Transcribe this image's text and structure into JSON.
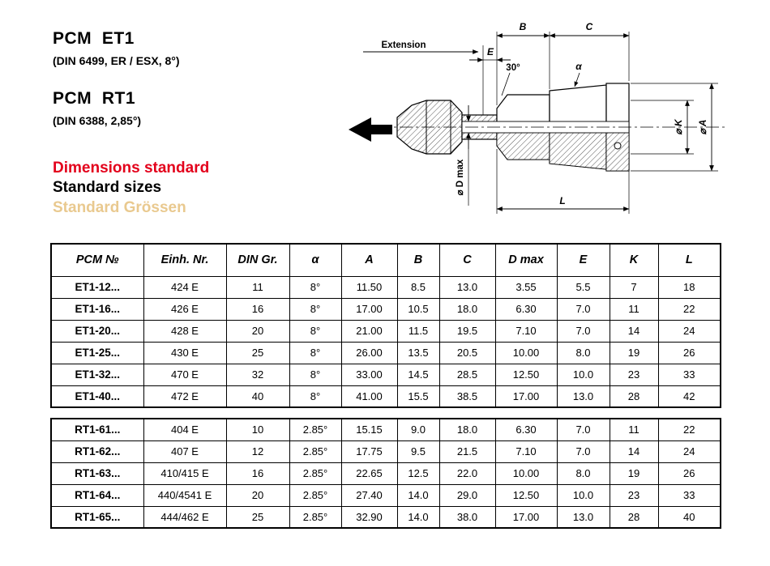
{
  "colors": {
    "red": "#e3001b",
    "tan": "#e9c98f"
  },
  "header": {
    "product1_title": "PCM  ET1",
    "product1_subtitle": "(DIN 6499, ER / ESX, 8°)",
    "product2_title": "PCM  RT1",
    "product2_subtitle": "(DIN 6388, 2,85°)",
    "caption_line1": "Dimensions standard",
    "caption_line2": "Standard sizes",
    "caption_line3": "Standard Grössen"
  },
  "drawing": {
    "extension": "Extension",
    "dim_b": "B",
    "dim_c": "C",
    "dim_e": "E",
    "dim_l": "L",
    "angle_30": "30°",
    "alpha": "α",
    "dia_k": "⌀ K",
    "dia_a": "⌀ A",
    "dia_d_max": "⌀ D max"
  },
  "table": {
    "headers": [
      "PCM №",
      "Einh. Nr.",
      "DIN Gr.",
      "α",
      "A",
      "B",
      "C",
      "D max",
      "E",
      "K",
      "L"
    ],
    "et1_rows": [
      [
        "ET1-12...",
        "424 E",
        "11",
        "8°",
        "11.50",
        "8.5",
        "13.0",
        "3.55",
        "5.5",
        "7",
        "18"
      ],
      [
        "ET1-16...",
        "426 E",
        "16",
        "8°",
        "17.00",
        "10.5",
        "18.0",
        "6.30",
        "7.0",
        "11",
        "22"
      ],
      [
        "ET1-20...",
        "428 E",
        "20",
        "8°",
        "21.00",
        "11.5",
        "19.5",
        "7.10",
        "7.0",
        "14",
        "24"
      ],
      [
        "ET1-25...",
        "430 E",
        "25",
        "8°",
        "26.00",
        "13.5",
        "20.5",
        "10.00",
        "8.0",
        "19",
        "26"
      ],
      [
        "ET1-32...",
        "470 E",
        "32",
        "8°",
        "33.00",
        "14.5",
        "28.5",
        "12.50",
        "10.0",
        "23",
        "33"
      ],
      [
        "ET1-40...",
        "472 E",
        "40",
        "8°",
        "41.00",
        "15.5",
        "38.5",
        "17.00",
        "13.0",
        "28",
        "42"
      ]
    ],
    "rt1_rows": [
      [
        "RT1-61...",
        "404 E",
        "10",
        "2.85°",
        "15.15",
        "9.0",
        "18.0",
        "6.30",
        "7.0",
        "11",
        "22"
      ],
      [
        "RT1-62...",
        "407 E",
        "12",
        "2.85°",
        "17.75",
        "9.5",
        "21.5",
        "7.10",
        "7.0",
        "14",
        "24"
      ],
      [
        "RT1-63...",
        "410/415 E",
        "16",
        "2.85°",
        "22.65",
        "12.5",
        "22.0",
        "10.00",
        "8.0",
        "19",
        "26"
      ],
      [
        "RT1-64...",
        "440/4541 E",
        "20",
        "2.85°",
        "27.40",
        "14.0",
        "29.0",
        "12.50",
        "10.0",
        "23",
        "33"
      ],
      [
        "RT1-65...",
        "444/462 E",
        "25",
        "2.85°",
        "32.90",
        "14.0",
        "38.0",
        "17.00",
        "13.0",
        "28",
        "40"
      ]
    ]
  }
}
